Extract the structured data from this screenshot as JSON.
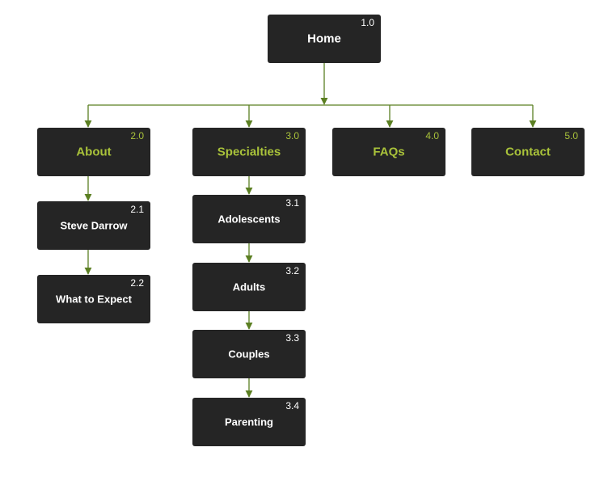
{
  "colors": {
    "box": "#252525",
    "section_text": "#a9c23a",
    "page_text": "#ffffff",
    "connector": "#5b7f22"
  },
  "home": {
    "label": "Home",
    "number": "1.0"
  },
  "sections": [
    {
      "label": "About",
      "number": "2.0",
      "children": [
        {
          "label": "Steve Darrow",
          "number": "2.1"
        },
        {
          "label": "What to Expect",
          "number": "2.2"
        }
      ]
    },
    {
      "label": "Specialties",
      "number": "3.0",
      "children": [
        {
          "label": "Adolescents",
          "number": "3.1"
        },
        {
          "label": "Adults",
          "number": "3.2"
        },
        {
          "label": "Couples",
          "number": "3.3"
        },
        {
          "label": "Parenting",
          "number": "3.4"
        }
      ]
    },
    {
      "label": "FAQs",
      "number": "4.0",
      "children": []
    },
    {
      "label": "Contact",
      "number": "5.0",
      "children": []
    }
  ]
}
